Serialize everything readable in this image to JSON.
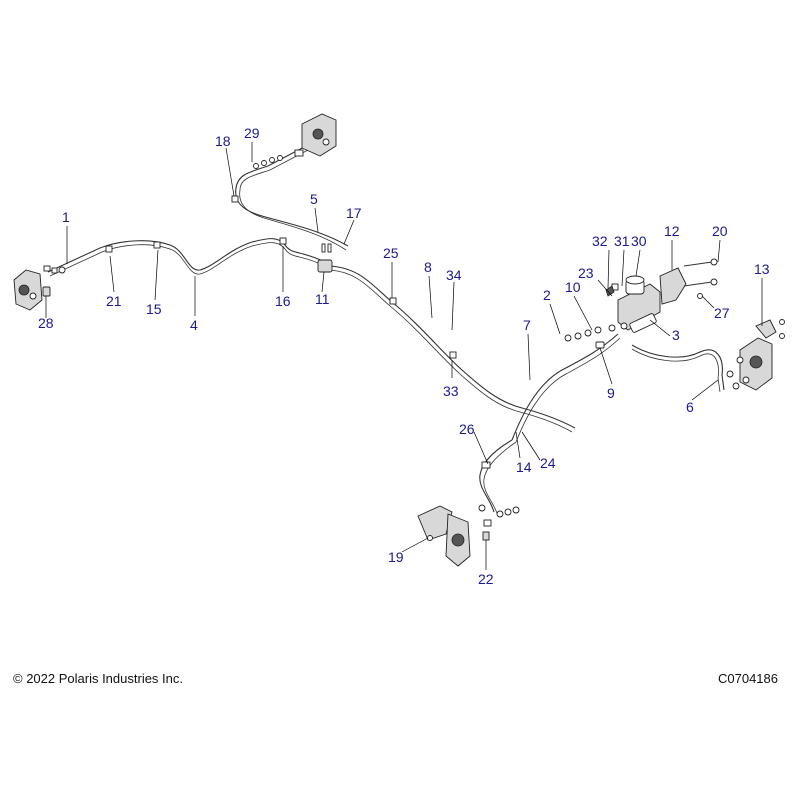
{
  "footer": {
    "copyright": "© 2022 Polaris Industries Inc.",
    "drawing_id": "C0704186"
  },
  "callouts": {
    "c1": "1",
    "c2": "2",
    "c3": "3",
    "c4": "4",
    "c5": "5",
    "c6": "6",
    "c7": "7",
    "c8": "8",
    "c9": "9",
    "c10": "10",
    "c11": "11",
    "c12": "12",
    "c13": "13",
    "c14": "14",
    "c15": "15",
    "c16": "16",
    "c17": "17",
    "c18": "18",
    "c19": "19",
    "c20": "20",
    "c21": "21",
    "c22": "22",
    "c23": "23",
    "c24": "24",
    "c25": "25",
    "c26": "26",
    "c27": "27",
    "c28": "28",
    "c29": "29",
    "c30": "30",
    "c31": "31",
    "c32": "32",
    "c33": "33",
    "c34": "34"
  },
  "colors": {
    "callout": "#1a1a8c",
    "line": "#333333"
  }
}
